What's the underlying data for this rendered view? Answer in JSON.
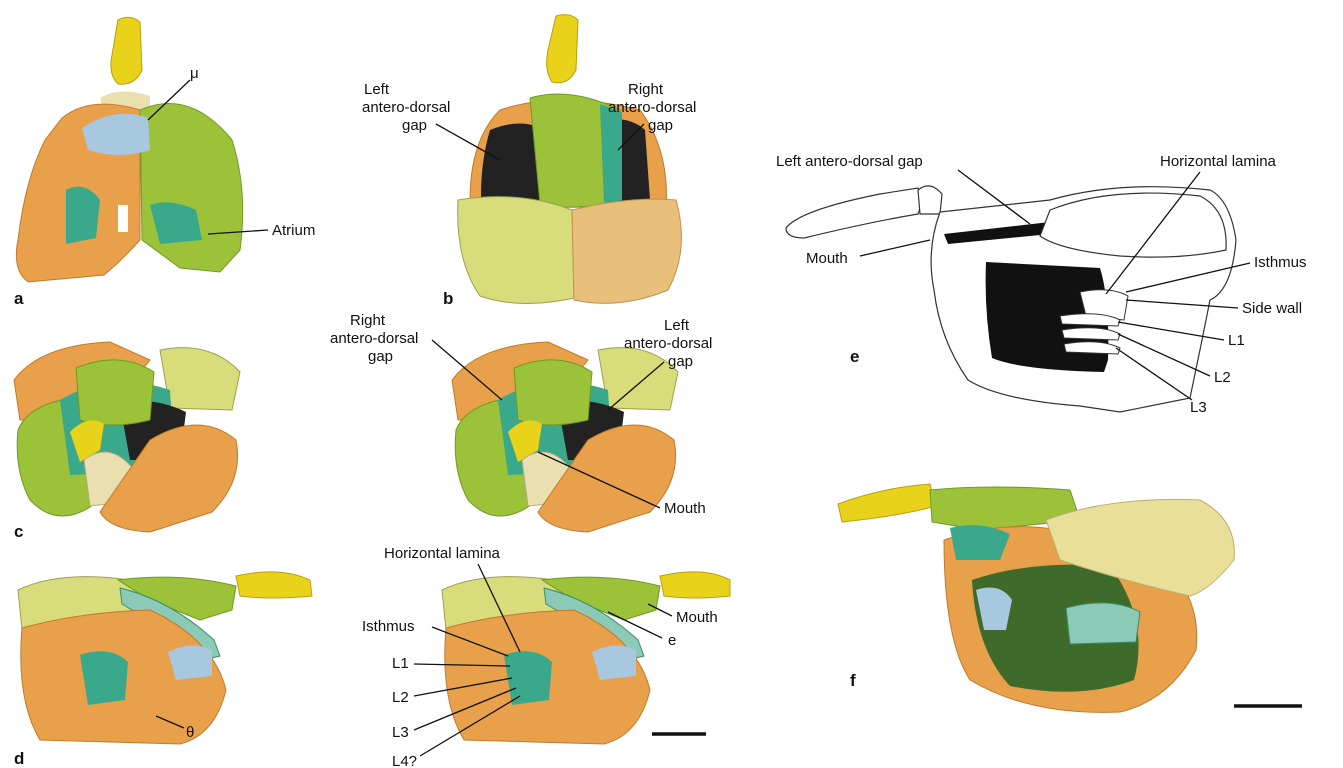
{
  "panel_letters": {
    "a": "a",
    "b": "b",
    "c": "c",
    "d": "d",
    "e": "e",
    "f": "f"
  },
  "labels": {
    "a_mu": "μ",
    "a_atrium": "Atrium",
    "b_left_1": "Left",
    "b_left_2": "antero-dorsal",
    "b_left_3": "gap",
    "b_right_1": "Right",
    "b_right_2": "antero-dorsal",
    "b_right_3": "gap",
    "c_right_1": "Right",
    "c_right_2": "antero-dorsal",
    "c_right_3": "gap",
    "c_left_1": "Left",
    "c_left_2": "antero-dorsal",
    "c_left_3": "gap",
    "c_mouth": "Mouth",
    "d_theta": "θ",
    "d_horizontal_lamina": "Horizontal lamina",
    "d_isthmus": "Isthmus",
    "d_mouth": "Mouth",
    "d_e": "e",
    "d_L1": "L1",
    "d_L2": "L2",
    "d_L3": "L3",
    "d_L4": "L4?",
    "e_left_gap": "Left antero-dorsal gap",
    "e_horizontal_lamina": "Horizontal lamina",
    "e_mouth": "Mouth",
    "e_isthmus": "Isthmus",
    "e_side_wall": "Side wall",
    "e_L1": "L1",
    "e_L2": "L2",
    "e_L3": "L3"
  },
  "colors": {
    "orange": "#e8a04a",
    "orange_dark": "#c27a2a",
    "green": "#9cc23a",
    "green_dark": "#6e9a22",
    "lime": "#d8dc7a",
    "yellow": "#e8d21a",
    "cream": "#eadfae",
    "teal": "#3aa88a",
    "lightblue": "#a8c8e0",
    "tan": "#e8c07a"
  }
}
